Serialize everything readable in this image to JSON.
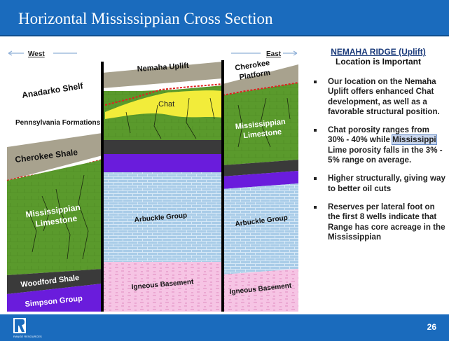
{
  "header": {
    "title": "Horizontal Mississippian Cross Section"
  },
  "diagram": {
    "west_label": "West",
    "east_label": "East",
    "labels": {
      "anadarko_shelf": "Anadarko Shelf",
      "pennsylvania_formations": "Pennsylvania Formations",
      "cherokee_shale": "Cherokee Shale",
      "mississippian_limestone": [
        "Mississippian",
        "Limestone"
      ],
      "woodford_shale": "Woodford Shale",
      "simpson_group": "Simpson Group",
      "nemaha_uplift": "Nemaha Uplift",
      "chat": "Chat",
      "arbuckle_group": "Arbuckle Group",
      "igneous_basement": "Igneous Basement",
      "cherokee_platform": [
        "Cherokee",
        "Platform"
      ],
      "right_mississippian_limestone": [
        "Mississippian",
        "Limestone"
      ],
      "right_arbuckle_group": "Arbuckle Group",
      "right_igneous_basement": "Igneous Basement"
    }
  },
  "panel": {
    "heading_line1": "NEMAHA RIDGE (Uplift)",
    "heading_line2": "Location is Important",
    "bullets": [
      {
        "text": "Our location on the Nemaha Uplift offers enhanced Chat development, as well as a favorable structural position."
      },
      {
        "before": "Chat porosity ranges from 30% - 40% while ",
        "highlight": "Mississippi",
        "after": " Lime porosity falls in the 3% - 5% range on average."
      },
      {
        "text": "Higher structurally, giving way to better oil cuts"
      },
      {
        "text": "Reserves per lateral foot on the first 8 wells indicate that Range has core acreage in the Mississippian"
      }
    ]
  },
  "footer": {
    "logo_text": "RANGE RESOURCES",
    "page_number": "26"
  },
  "colors": {
    "header_blue": "#1a6bbd",
    "limestone_green": "#5a9a2c",
    "chat_yellow": "#f2ec3a",
    "shale_gray": "#a8a28e",
    "dark_shale": "#3a3a3a",
    "simpson_purple": "#6a1cdc",
    "arbuckle_blue": "#a9cce8",
    "igneous_pink": "#f6c4e4",
    "fault_black": "#000000"
  }
}
